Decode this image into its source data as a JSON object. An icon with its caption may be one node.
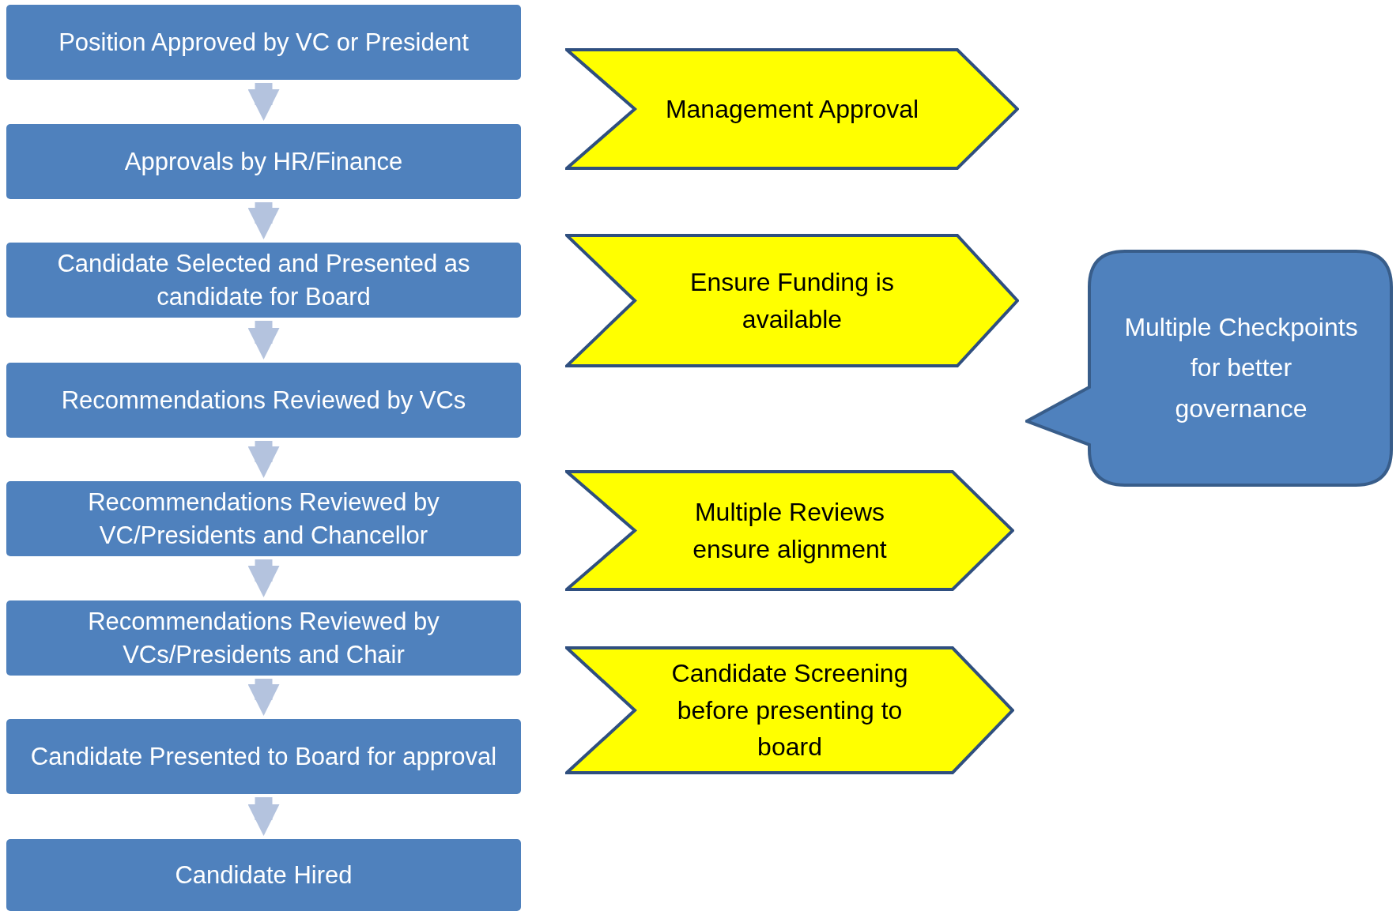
{
  "diagram": {
    "nodes": [
      {
        "text": [
          "Position Approved by VC or President"
        ]
      },
      {
        "text": [
          "Approvals by HR/Finance"
        ]
      },
      {
        "text": [
          "Candidate Selected and Presented as candidate for Board"
        ]
      },
      {
        "text": [
          "Recommendations Reviewed by VCs"
        ]
      },
      {
        "text": [
          "Recommendations Reviewed by VC/Presidents and Chancellor"
        ]
      },
      {
        "text": [
          "Recommendations Reviewed by VCs/Presidents and Chair"
        ]
      },
      {
        "text": [
          "Candidate Presented to Board for approval"
        ]
      },
      {
        "text": [
          "Candidate Hired"
        ]
      },
      {
        "text": [
          "Management Approval"
        ]
      },
      {
        "text": [
          "Ensure Funding is available"
        ]
      },
      {
        "text": [
          "Multiple Reviews ensure alignment"
        ]
      },
      {
        "text": [
          "Candidate Screening before presenting to board"
        ]
      },
      {
        "text": [
          "Multiple Checkpoints for better governance"
        ]
      }
    ],
    "edges": [
      {
        "from": 0,
        "to": 1,
        "arrow": "to"
      },
      {
        "from": 1,
        "to": 2,
        "arrow": "to"
      },
      {
        "from": 2,
        "to": 3,
        "arrow": "to"
      },
      {
        "from": 3,
        "to": 4,
        "arrow": "to"
      },
      {
        "from": 4,
        "to": 5,
        "arrow": "to"
      },
      {
        "from": 5,
        "to": 6,
        "arrow": "to"
      },
      {
        "from": 6,
        "to": 7,
        "arrow": "to"
      }
    ]
  }
}
